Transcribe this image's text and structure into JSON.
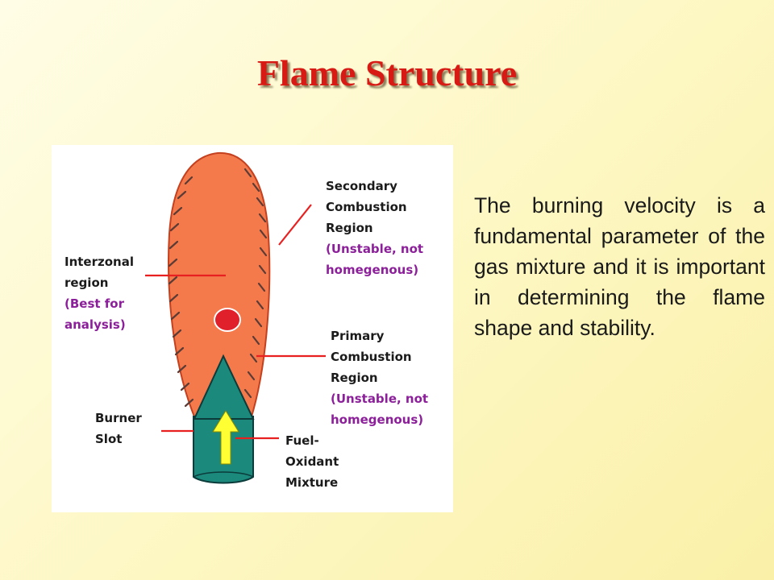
{
  "title": "Flame Structure",
  "description": "The burning velocity is a fundamental parameter of the gas mixture and it is important in determining the flame shape and stability.",
  "diagram": {
    "labels": {
      "secondary": {
        "line1": "Secondary",
        "line2": "Combustion",
        "line3": "Region",
        "line4": "(Unstable, not",
        "line5": "homegenous)"
      },
      "interzonal": {
        "line1": "Interzonal",
        "line2": "region",
        "line3": "(Best for",
        "line4": "analysis)"
      },
      "primary": {
        "line1": "Primary",
        "line2": "Combustion",
        "line3": "Region",
        "line4": "(Unstable, not",
        "line5": "homegenous)"
      },
      "burner": {
        "line1": "Burner",
        "line2": "Slot"
      },
      "fuel": {
        "line1": "Fuel-",
        "line2": "Oxidant",
        "line3": "Mixture"
      }
    },
    "colors": {
      "flame": "#f47a4c",
      "inner_cone": "#1b8a7c",
      "arrow": "#ffff33",
      "spot": "#e0202a",
      "leader_line": "#e82020",
      "annotation_text": "#8c1f9a"
    }
  }
}
